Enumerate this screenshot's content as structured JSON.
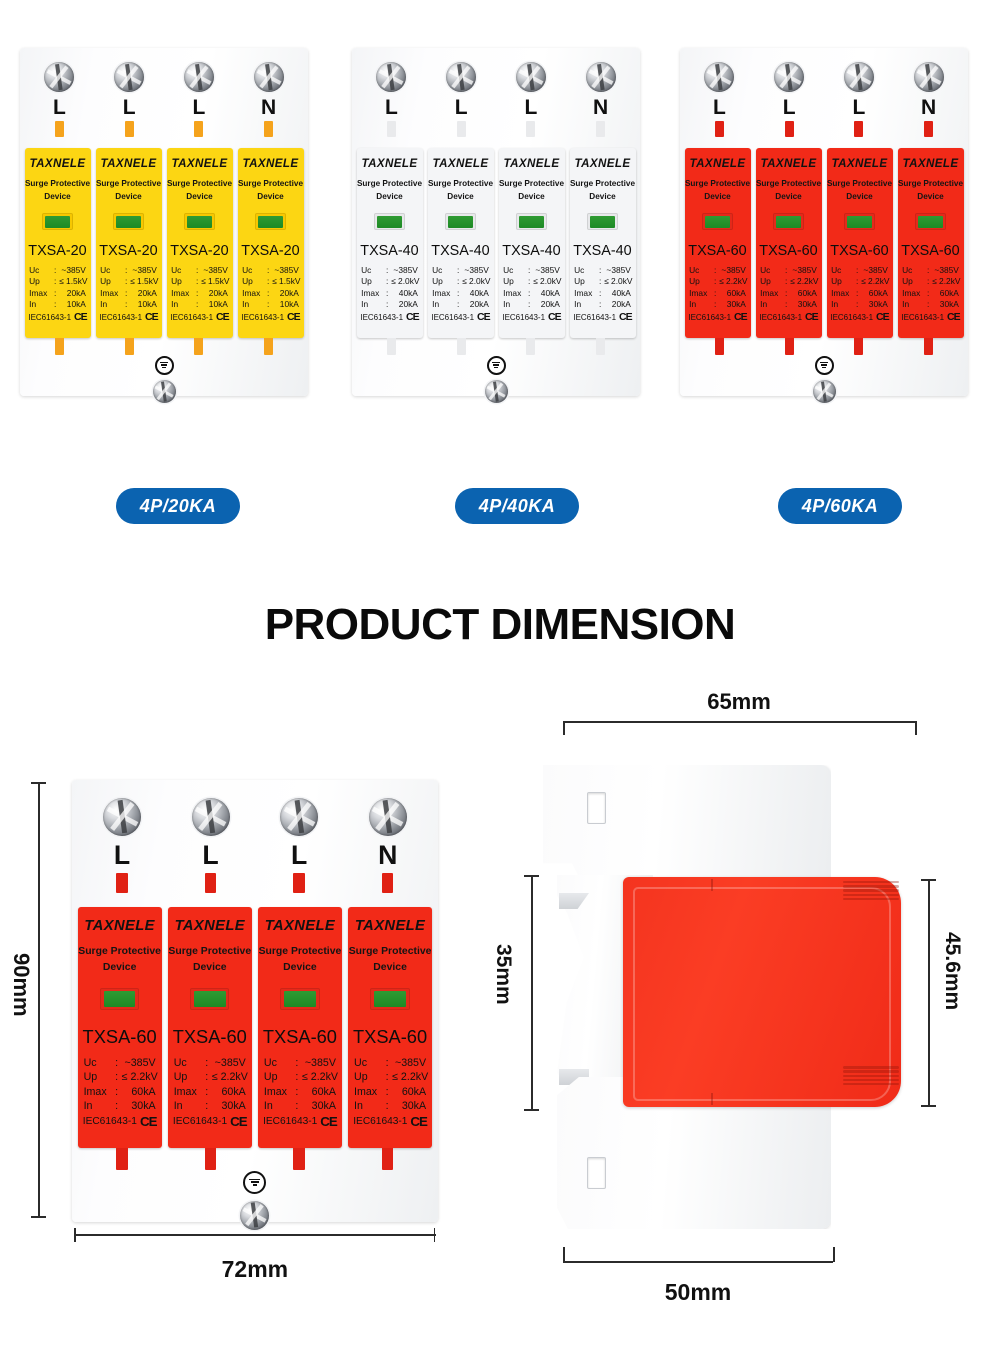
{
  "section_title": "PRODUCT DIMENSION",
  "brand": "TAXNELE",
  "colors": {
    "badge_blue": "#0b63b0",
    "module_yellow": "#fcd613",
    "module_white": "#f2f3f5",
    "module_red": "#f22a18",
    "led_green": "#1d8a25",
    "text_black": "#111111"
  },
  "labels": {
    "sub_line1": "Surge Protective",
    "sub_line2": "Device",
    "uc": "Uc",
    "up": "Up",
    "imax": "Imax",
    "in": "In",
    "colon": ":",
    "standard": "IEC61643-1",
    "ce_mark": "CE",
    "ground_symbol": "earth-ground-symbol"
  },
  "products": [
    {
      "id": "txsa-20",
      "model": "TXSA-20",
      "color": "#fcd613",
      "pin_color": "#f5a31c",
      "led_well": "#f7c800",
      "poles": [
        "L",
        "L",
        "L",
        "N"
      ],
      "specs": {
        "uc": "~385V",
        "up": "≤ 1.5kV",
        "imax": "20kA",
        "in": "10kA"
      },
      "badge": "4P/20KA"
    },
    {
      "id": "txsa-40",
      "model": "TXSA-40",
      "color": "#f4f5f7",
      "pin_color": "#e9eaec",
      "led_well": "#e8e9eb",
      "poles": [
        "L",
        "L",
        "L",
        "N"
      ],
      "specs": {
        "uc": "~385V",
        "up": "≤ 2.0kV",
        "imax": "40kA",
        "in": "20kA"
      },
      "badge": "4P/40KA"
    },
    {
      "id": "txsa-60",
      "model": "TXSA-60",
      "color": "#f22a18",
      "pin_color": "#e02114",
      "led_well": "#e5291a",
      "poles": [
        "L",
        "L",
        "L",
        "N"
      ],
      "specs": {
        "uc": "~385V",
        "up": "≤ 2.2kV",
        "imax": "60kA",
        "in": "30kA"
      },
      "badge": "4P/60KA"
    }
  ],
  "dimension_front": {
    "product": {
      "id": "txsa-60-front",
      "model": "TXSA-60",
      "color": "#f22a18",
      "pin_color": "#e02114",
      "led_well": "#e5291a",
      "poles": [
        "L",
        "L",
        "L",
        "N"
      ],
      "specs": {
        "uc": "~385V",
        "up": "≤ 2.2kV",
        "imax": "60kA",
        "in": "30kA"
      }
    },
    "height_label": "90mm",
    "width_label": "72mm"
  },
  "dimension_side": {
    "top_label": "65mm",
    "left_label": "35mm",
    "right_label": "45.6mm",
    "bottom_label": "50mm"
  }
}
